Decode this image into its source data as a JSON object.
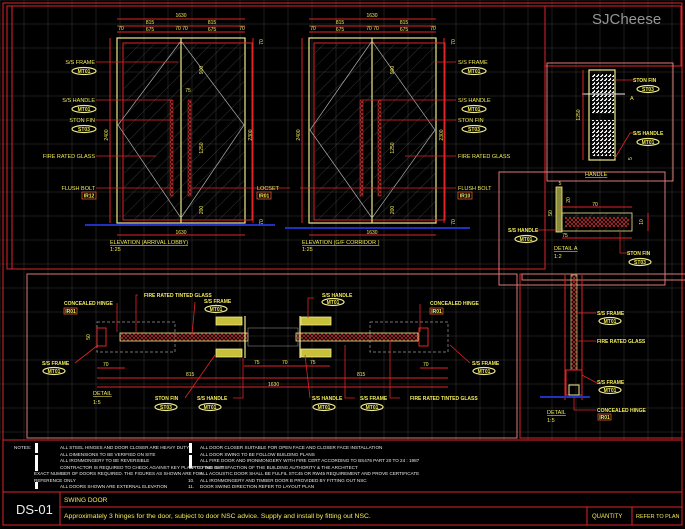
{
  "watermark": "SJCheese",
  "elevation_lobby": {
    "title": "ELEVATION (ARRIVAL LOBBY)",
    "scale": "1:25",
    "dims": {
      "total": "1630",
      "half_l": "815",
      "half_r": "815",
      "a": "70",
      "b": "675",
      "c": "70",
      "d": "70",
      "e": "675",
      "f": "70",
      "h_left": "2400",
      "h_right": "2300",
      "top": "70",
      "bot": "70",
      "panel": "900",
      "handle": "1250",
      "base": "200",
      "hw": "75"
    },
    "labels": {
      "frame": "S/S FRAME",
      "frame_tag": "MT01",
      "handle": "S/S HANDLE",
      "handle_tag": "MT01",
      "fin": "STON FIN",
      "fin_tag": "ST03",
      "glass": "FIRE RATED GLASS",
      "bolt": "FLUSH BOLT",
      "bolt_tag": "IR12",
      "lock": "LOCSET",
      "lock_tag": "IR01"
    }
  },
  "elevation_corridor": {
    "title": "ELEVATION (G/F CORRIDOR )",
    "scale": "1:25",
    "dims": {
      "total": "1630",
      "half_l": "815",
      "half_r": "815",
      "a": "70",
      "b": "675",
      "c": "70",
      "d": "70",
      "e": "675",
      "f": "70",
      "h_left": "2400",
      "h_right": "2300",
      "top": "70",
      "bot": "70",
      "panel": "900",
      "handle": "1250",
      "base": "200"
    },
    "labels": {
      "frame": "S/S FRAME",
      "frame_tag": "MT01",
      "handle": "S/S HANDLE",
      "handle_tag": "MT01",
      "fin": "STON FIN",
      "fin_tag": "ST03",
      "glass": "FIRE RATED GLASS",
      "bolt": "FLUSH BOLT",
      "bolt_tag": "IR10"
    }
  },
  "handle_detail": {
    "title": "HANDLE",
    "fin": "STON FIN",
    "fin_tag": "ST03",
    "handle": "S/S HANDLE",
    "handle_tag": "MT01",
    "section": "A",
    "dim": "1250",
    "dim_small": "5"
  },
  "detail_a": {
    "title": "DETAIL A",
    "scale": "1:2",
    "handle": "S/S HANDLE",
    "handle_tag": "MT01",
    "fin": "STON FIN",
    "fin_tag": "ST03",
    "dims": {
      "w": "70",
      "w2": "75",
      "h": "20",
      "t": "5",
      "r": "10",
      "s": "50"
    }
  },
  "plan_detail": {
    "title": "DETAIL",
    "scale": "1:5",
    "labels": {
      "hinge_l": "CONCEALED HINGE",
      "hinge_l_tag": "IR01",
      "glass_top": "FIRE RATED TINTED GLASS",
      "frame_top": "S/S FRAME",
      "frame_top_tag": "MT01",
      "handle_top": "S/S HANDLE",
      "handle_top_tag": "MT01",
      "hinge_r": "CONCEALED HINGE",
      "hinge_r_tag": "IR01",
      "frame_l": "S/S FRAME",
      "frame_l_tag": "MT01",
      "frame_r": "S/S FRAME",
      "frame_r_tag": "MT01",
      "fin_b": "STON FIN",
      "fin_b_tag": "ST03",
      "handle_b1": "S/S HANDLE",
      "handle_b1_tag": "MT01",
      "handle_b2": "S/S HANDLE",
      "handle_b2_tag": "MT01",
      "frame_b": "S/S FRAME",
      "frame_b_tag": "MT01",
      "glass_b": "FIRE RATED TINTED GLASS"
    },
    "dims": {
      "l70": "70",
      "r70": "70",
      "l815": "815",
      "r815": "815",
      "total": "1630",
      "m1": "75",
      "m2": "70",
      "m3": "75",
      "h": "50"
    }
  },
  "section_detail": {
    "title": "DETAIL",
    "scale": "1:5",
    "frame_top": "S/S FRAME",
    "frame_top_tag": "MT01",
    "glass": "FIRE RATED GLASS",
    "frame_bot": "S/S FRAME",
    "frame_bot_tag": "MT01",
    "hinge": "CONCEALED HINGE",
    "hinge_tag": "IR01"
  },
  "notes": {
    "heading": "NOTES:",
    "left": [
      "ALL STEEL HINGES AND DOOR CLOSER ARE HEAVY DUTY",
      "ALL DIMENSIONS TO BE VERIFIED ON SITE",
      "ALL IRONMONGERY TO BE REVERSIBLE",
      "CONTRACTOR IS REQUIRED TO CHECK AGAINST KEY PLAN TO FIND OUT",
      "EXACT NUMBER OF DOORS REQUIRED. THE FIGURES AS SHOWN ARE FOR",
      "REFERENCE ONLY",
      "ALL DOORS SHOWN ARE EXTERNAL ELEVATION"
    ],
    "right": [
      "ALL DOOR CLOSER SUITABLE FOR OPEN FACE AND CLOSER FACE INSTALLATION",
      "ALL DOOR SWING TO BE FOLLOW BUILDING PLANS",
      "ALL FIRE DOOR AND IRONMONGERY WITH FIRE CERT ACCORDING TO BS476 PART 20 TO 24 : 1987",
      "UP TO THE SATISFACTION OF THE BUILDING AUTHORITY & THE ARCHITECT",
      "ALL ACOUSTIC DOOR SHALL BE FULFIL STC45 OR RW45 REQUIREMENT AND PROVE CERTIFICATE",
      "ALL IRONMONGERY AND TIMBER DOOR B PROVIDED BY FITTING OUT NSC",
      "DOOR SWING DIRECTION REFER TO LAYOUT PLAN"
    ],
    "right_nums": [
      "10.",
      "11."
    ]
  },
  "title_block": {
    "code": "DS-01",
    "name": "SWING DOOR",
    "description": "Approximately 3 hinges for the door, subject to door NSC advice. Supply and install by fitting out NSC.",
    "quantity_label": "QUANTITY",
    "quantity_value": "REFER TO PLAN"
  },
  "colors": {
    "frame": "#e0242a",
    "text": "#f2ec5a",
    "background": "#000000",
    "floor": "#2030c0"
  }
}
